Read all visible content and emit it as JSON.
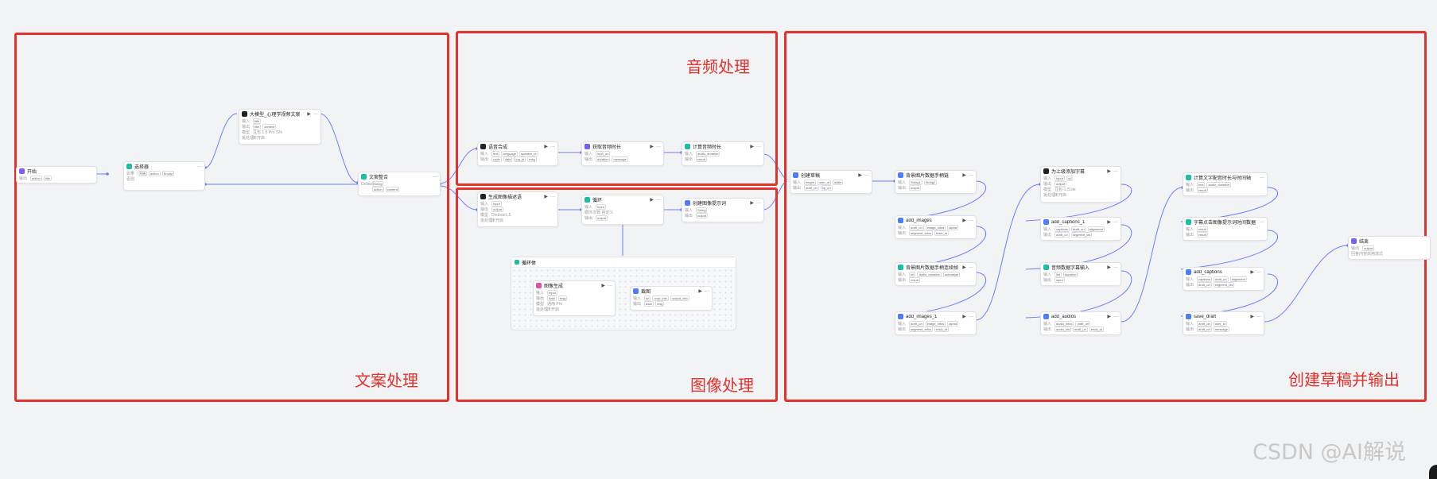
{
  "regions": {
    "copy": "文案处理",
    "audio": "音频处理",
    "image": "图像处理",
    "draft": "创建草稿并输出"
  },
  "common": {
    "input": "输入",
    "output": "输出",
    "batch": "批处理",
    "run_icon": "▶",
    "more_icon": "···"
  },
  "nodes": {
    "start": {
      "title": "开始",
      "chips": [
        "action",
        "title"
      ]
    },
    "selector": {
      "title": "选择器",
      "cond_label": "如果",
      "cond_chips": [
        "开始",
        "action",
        "Empty"
      ],
      "else_label": "否则"
    },
    "llm_article": {
      "title": "大模型_心理学视频文案",
      "in_chips": [
        "title"
      ],
      "out_chips": [
        "title",
        "content"
      ],
      "model": "豆包 1.5 Pro 32k",
      "batch_text": "未开启"
    },
    "text_concat": {
      "title": "文案整合",
      "cond": "Default",
      "out_chips": [
        "String"
      ],
      "chips2": [
        "action",
        "content"
      ]
    },
    "tts": {
      "title": "语音合成",
      "in_chips": [
        "text",
        "language",
        "speaker_id"
      ],
      "out_chips": [
        "code",
        "data",
        "log_id",
        "msg"
      ]
    },
    "audio_duration": {
      "title": "获取音频时长",
      "in_chips": [
        "mp3_url"
      ],
      "out_chips": [
        "duration",
        "message"
      ]
    },
    "calc_audio": {
      "title": "计算音频时长",
      "in_chips": [
        "audio_duration"
      ],
      "out_chips": [
        "result"
      ]
    },
    "gen_image_desc": {
      "title": "生成图像描述语",
      "in_chips": [
        "Input"
      ],
      "out_chips": [
        "output"
      ],
      "model": "Doubao1.5",
      "batch_text": "未开启"
    },
    "loop_main": {
      "title": "循环",
      "in_chips": [
        "Input"
      ],
      "note": "循环次数 自定义",
      "out_chips": [
        "output"
      ]
    },
    "image_prompt": {
      "title": "创建图像提示词",
      "in_chips": [
        "String"
      ],
      "out_chips": [
        "output"
      ]
    },
    "loop_body": {
      "title": "循环体"
    },
    "image_gen": {
      "title": "图像生成",
      "in_chips": [
        "Input"
      ],
      "out_chips": [
        "data",
        "msg"
      ],
      "model": "通用 Pro",
      "batch_text": "未开启"
    },
    "crop": {
      "title": "裁图",
      "in_chips": [
        "url",
        "crop_info",
        "output_info"
      ],
      "out_chips": [
        "data",
        "msg"
      ]
    },
    "create_draft": {
      "title": "创建草稿",
      "in_chips": [
        "height",
        "user_id",
        "width"
      ],
      "out_chips": [
        "draft_url",
        "tip_url"
      ]
    },
    "image_data_mark": {
      "title": "背景图片数据手柄链",
      "in_chips": [
        "String1",
        "String2"
      ],
      "out_chips": [
        "output"
      ]
    },
    "add_images": {
      "title": "add_images",
      "in_chips": [
        "draft_url",
        "image_infos",
        "alpha"
      ],
      "out_chips": [
        "segment_infos",
        "track_id"
      ]
    },
    "bg_timeline": {
      "title": "背景图片数据手柄连续帧",
      "in_chips": [
        "url",
        "audio_duration",
        "animation"
      ],
      "out_chips": [
        "result"
      ]
    },
    "add_images_1": {
      "title": "add_images_1",
      "in_chips": [
        "draft_url",
        "image_infos",
        "alpha"
      ],
      "out_chips": [
        "segment_infos",
        "track_id"
      ]
    },
    "caption_llm": {
      "title": "为上级添加字幕",
      "in_chips": [
        "Input",
        "url"
      ],
      "out_chips": [
        "output"
      ],
      "model": "豆包·1.5Lite",
      "batch_text": "未开启"
    },
    "add_captions_1": {
      "title": "add_captions_1",
      "in_chips": [
        "captions",
        "draft_url",
        "alignment"
      ],
      "out_chips": [
        "draft_url",
        "segment_ids"
      ]
    },
    "audio_data": {
      "title": "音频数据字幕输入",
      "in_chips": [
        "list",
        "duration"
      ],
      "out_chips": [
        "input"
      ]
    },
    "add_audios": {
      "title": "add_audios",
      "in_chips": [
        "audio_infos",
        "draft_url"
      ],
      "out_chips": [
        "audio_ids",
        "draft_url",
        "track_id"
      ]
    },
    "calc_text_time": {
      "title": "计算文字配音时长与时间轴",
      "in_chips": [
        "text",
        "audio_duration"
      ],
      "out_chips": [
        "result"
      ]
    },
    "caption_timeline": {
      "title": "字幕点击图像提示词时间数据",
      "in_chips": [
        "result"
      ],
      "out_chips": [
        "result"
      ]
    },
    "add_captions": {
      "title": "add_captions",
      "in_chips": [
        "captions",
        "draft_url",
        "alignment"
      ],
      "out_chips": [
        "draft_url",
        "segment_ids"
      ]
    },
    "save_draft": {
      "title": "save_draft",
      "in_chips": [
        "draft_url",
        "user_id"
      ],
      "out_chips": [
        "draft_url",
        "message"
      ]
    },
    "end": {
      "title": "结束",
      "out_chips": [
        "output"
      ],
      "reply_label": "回答内容",
      "reply_text": "启用流式"
    }
  },
  "watermark": "CSDN @AI解说"
}
